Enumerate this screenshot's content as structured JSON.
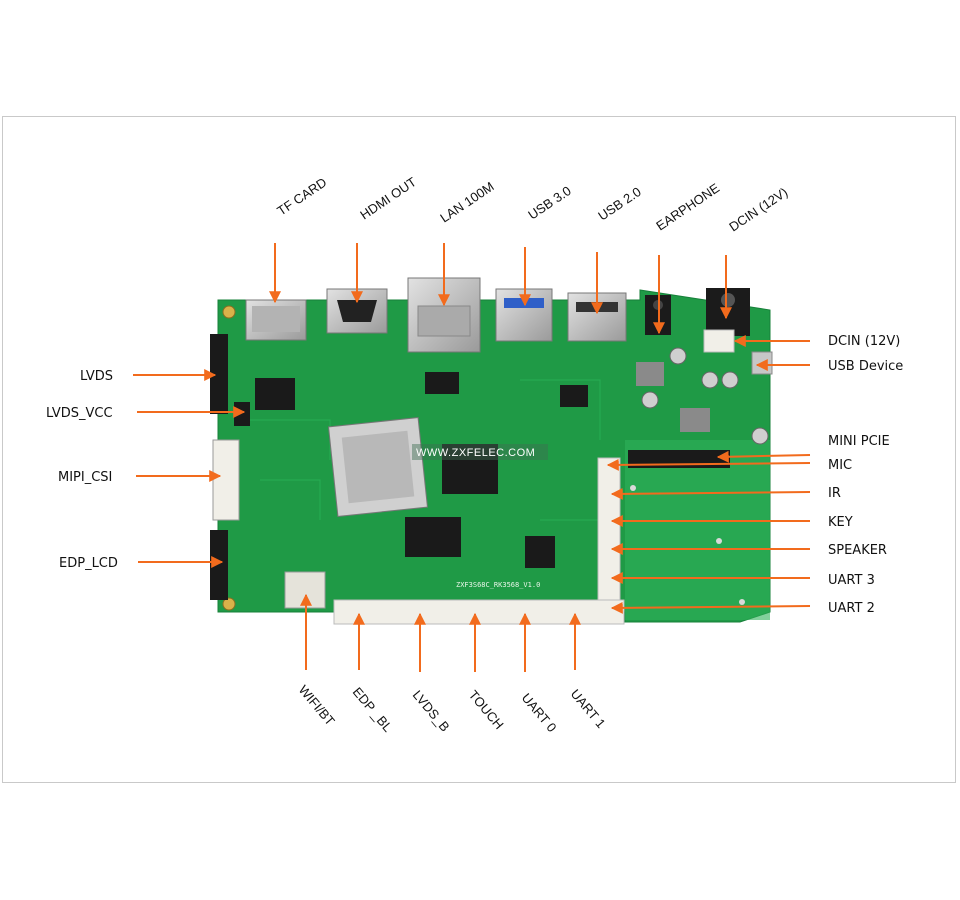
{
  "watermark": "WWW.ZXFELEC.COM",
  "board_silkscreen": "ZXF3S68C_RK3568_V1.0",
  "colors": {
    "arrow": "#f26b1d",
    "pcb": "#1f9a46",
    "pcb_light": "#2eb35a",
    "connector_white": "#f1efe8",
    "metal": "#c7c7c7",
    "chip": "#1a1a1a"
  },
  "labels": {
    "top": [
      "TF CARD",
      "HDMI OUT",
      "LAN 100M",
      "USB 3.0",
      "USB 2.0",
      "EARPHONE",
      "DCIN (12V)"
    ],
    "left": [
      "LVDS",
      "LVDS_VCC",
      "MIPI_CSI",
      "EDP_LCD"
    ],
    "right": [
      "DCIN (12V)",
      "USB Device",
      "MINI PCIE",
      "MIC",
      "IR",
      "KEY",
      "SPEAKER",
      "UART 3",
      "UART 2"
    ],
    "bottom": [
      "WIFI/BT",
      "EDP _BL",
      "LVDS_B",
      "TOUCH",
      "UART 0",
      "UART 1"
    ]
  }
}
